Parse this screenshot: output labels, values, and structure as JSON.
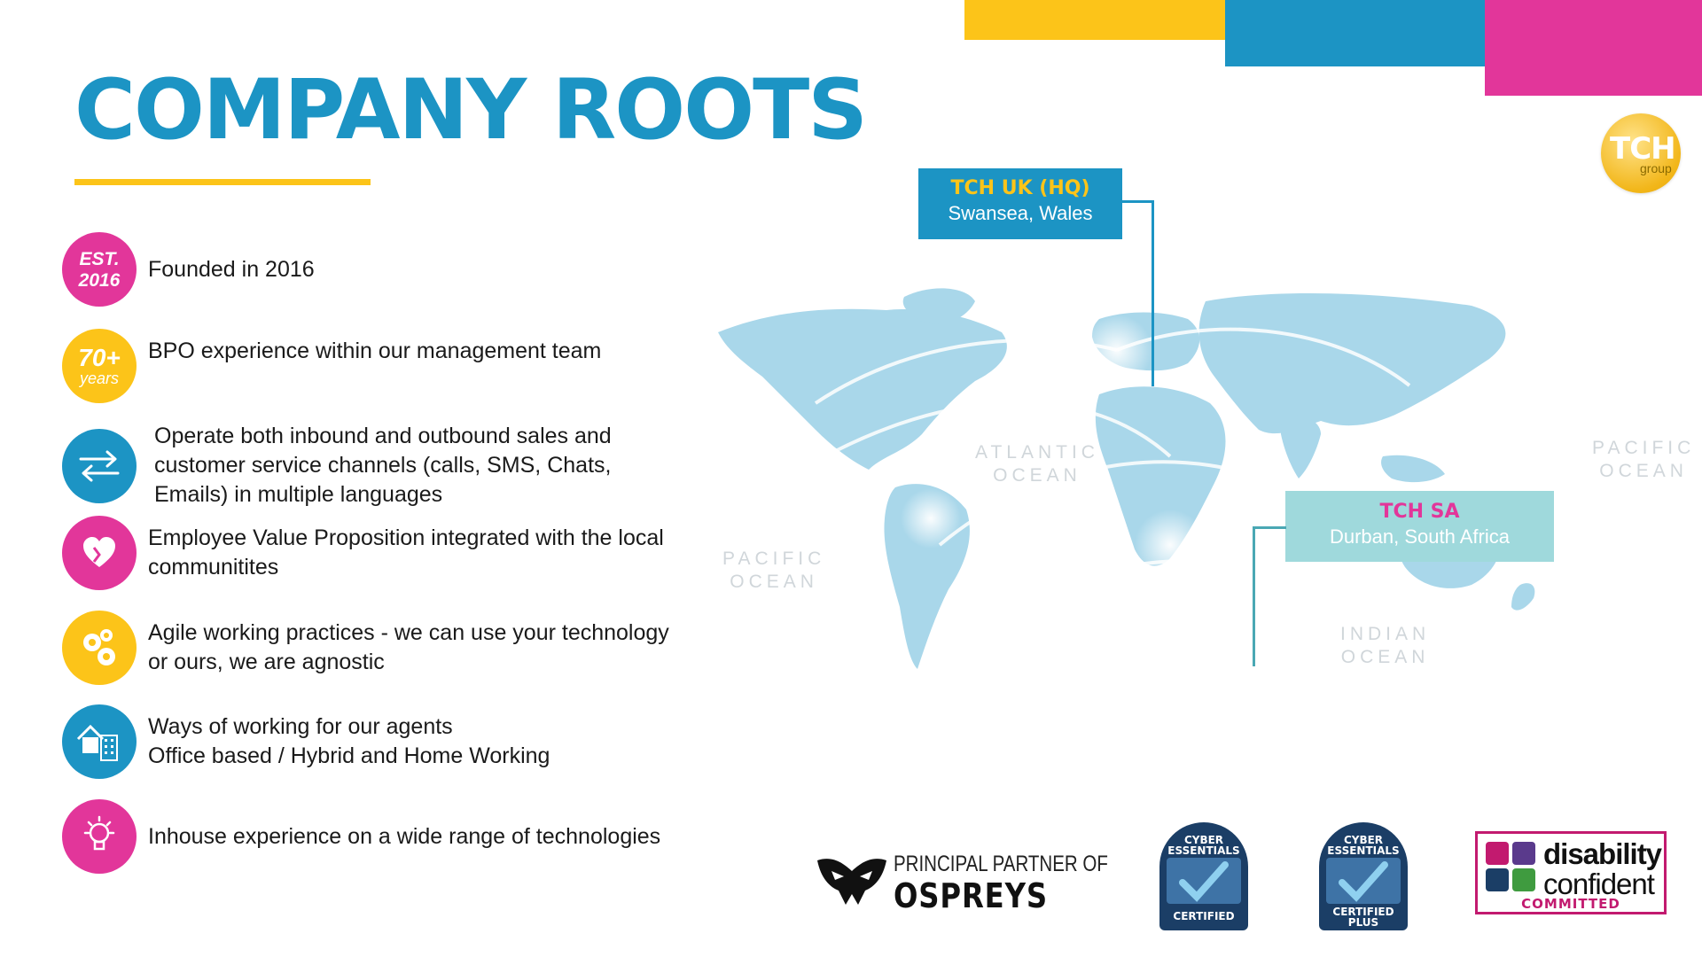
{
  "title": "COMPANY ROOTS",
  "logo": {
    "main": "TCH",
    "sub": "group"
  },
  "features": [
    {
      "icon": "est-badge",
      "badge_line1": "EST.",
      "badge_line2": "2016",
      "text": "Founded in 2016",
      "color": "#e2369a"
    },
    {
      "icon": "years-badge",
      "badge_line1": "70+",
      "badge_line2": "years",
      "text": "BPO experience within our management team",
      "color": "#fcc419"
    },
    {
      "icon": "exchange-arrows-icon",
      "text": "Operate both inbound and outbound sales and customer service channels (calls, SMS, Chats, Emails) in multiple languages",
      "color": "#1c94c4"
    },
    {
      "icon": "heart-hand-icon",
      "text": "Employee Value Proposition integrated with the local communitites",
      "color": "#e2369a"
    },
    {
      "icon": "gears-icon",
      "text": "Agile working practices - we can use your technology or ours, we are agnostic",
      "color": "#fcc419"
    },
    {
      "icon": "home-office-icon",
      "text_line1": "Ways of working for our agents",
      "text_line2": "Office based / Hybrid and Home Working",
      "color": "#1c94c4"
    },
    {
      "icon": "lightbulb-icon",
      "text": "Inhouse experience on a wide range of technologies",
      "color": "#e2369a"
    }
  ],
  "map": {
    "oceans": [
      {
        "line1": "ATLANTIC",
        "line2": "OCEAN"
      },
      {
        "line1": "PACIFIC",
        "line2": "OCEAN"
      },
      {
        "line1": "PACIFIC",
        "line2": "OCEAN"
      },
      {
        "line1": "INDIAN",
        "line2": "OCEAN"
      }
    ],
    "locations": {
      "uk": {
        "name": "TCH UK (HQ)",
        "place": "Swansea, Wales"
      },
      "sa": {
        "name": "TCH SA",
        "place": "Durban, South Africa"
      }
    }
  },
  "partners": {
    "ospreys": {
      "line1": "PRINCIPAL PARTNER OF",
      "line2": "OSPREYS"
    },
    "cyber1": {
      "top_line1": "CYBER",
      "top_line2": "ESSENTIALS",
      "bottom_line1": "CERTIFIED"
    },
    "cyber2": {
      "top_line1": "CYBER",
      "top_line2": "ESSENTIALS",
      "bottom_line1": "CERTIFIED",
      "bottom_line2": "PLUS"
    },
    "disability": {
      "line1": "disability",
      "line2": "confident",
      "line3": "COMMITTED"
    }
  },
  "colors": {
    "blue": "#1c94c4",
    "yellow": "#fcc419",
    "pink": "#e2369a",
    "map": "#a9d7ea"
  }
}
